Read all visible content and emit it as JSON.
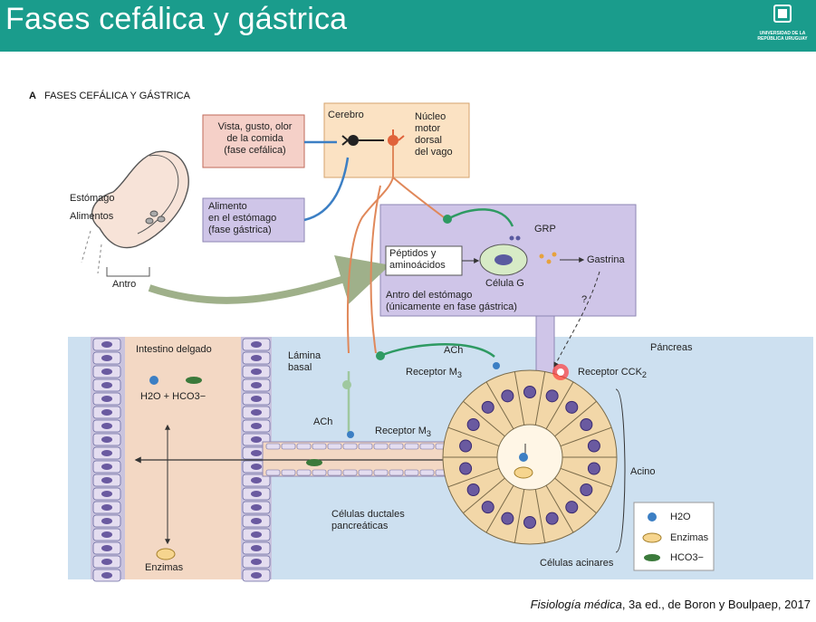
{
  "slide": {
    "title": "Fases cefálica y gástrica",
    "logo_text": "UNIVERSIDAD DE LA REPÚBLICA URUGUAY",
    "colors": {
      "header": "#1a9c8c",
      "cephalic_box": "#f5d0c8",
      "gastric_box": "#cfc5e8",
      "brain_box": "#fbe2c3",
      "pancreas_bg": "#cde0f0"
    }
  },
  "figure": {
    "panel_letter": "A",
    "panel_title": "FASES CEFÁLICA Y GÁSTRICA",
    "cerebro": "Cerebro",
    "nucleo_motor": [
      "Núcleo",
      "motor",
      "dorsal",
      "del vago"
    ],
    "vista": [
      "Vista, gusto, olor",
      "de la comida",
      "(fase cefálica)"
    ],
    "alimento": [
      "Alimento",
      "en el estómago",
      "(fase gástrica)"
    ],
    "estomago": "Estómago",
    "alimentos": "Alimentos",
    "antro": "Antro",
    "grp": "GRP",
    "peptidos": [
      "Péptidos y",
      "aminoácidos"
    ],
    "celula_g": "Célula G",
    "gastrina": "Gastrina",
    "antro_estomago": [
      "Antro del estómago",
      "(únicamente en fase gástrica)"
    ],
    "question": "?",
    "intestino": "Intestino delgado",
    "lamina": [
      "Lámina",
      "basal"
    ],
    "pancreas": "Páncreas",
    "ach_top": "ACh",
    "receptor_m3_top": "Receptor M",
    "receptor_m3_sub": "3",
    "receptor_cck": "Receptor CCK",
    "receptor_cck_sub": "2",
    "ach_mid": "ACh",
    "receptor_m3_mid": "Receptor M",
    "acino": "Acino",
    "celulas_ductales": [
      "Células ductales",
      "pancreáticas"
    ],
    "celulas_acinares": "Células acinares",
    "h2o_hco3": "H2O + HCO3−",
    "enzimas": "Enzimas",
    "legend": {
      "h2o": "H2O",
      "enzimas": "Enzimas",
      "hco3": "HCO3−"
    }
  },
  "citation": {
    "book": "Fisiología médica",
    "rest": ", 3a ed., de Boron y Boulpaep, 2017"
  }
}
